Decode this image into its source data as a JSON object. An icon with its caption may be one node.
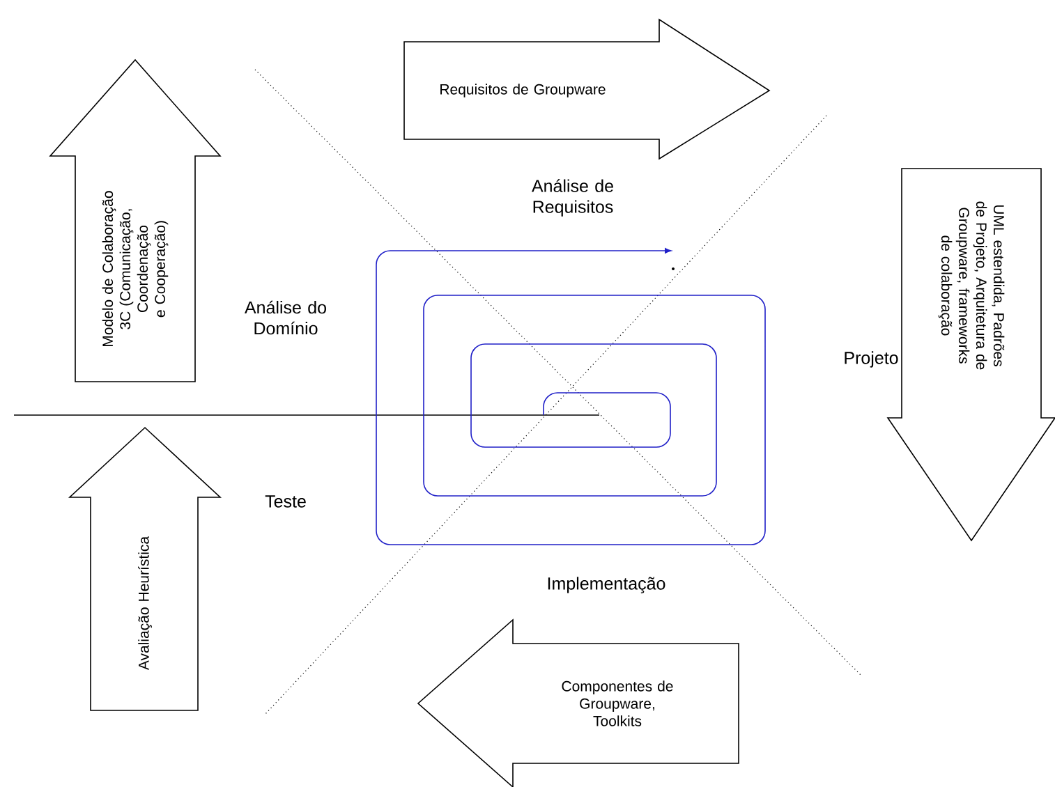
{
  "diagram": {
    "nodes": [
      {
        "text": [
          "Modelo de Colaboração 3C (Comunicação, Coordenação e Cooperação)"
        ]
      },
      {
        "text": [
          "Requisitos de Groupware"
        ]
      },
      {
        "text": [
          "UML estendida, Padrões de Projeto, Arquitetura de Groupware, frameworks de colaboração"
        ]
      },
      {
        "text": [
          "Avaliação Heurística"
        ]
      },
      {
        "text": [
          "Componentes de Groupware, Toolkits"
        ]
      }
    ],
    "labels": [
      "Análise de Requisitos",
      "Análise do Domínio",
      "Projeto",
      "Teste",
      "Implementação"
    ]
  }
}
